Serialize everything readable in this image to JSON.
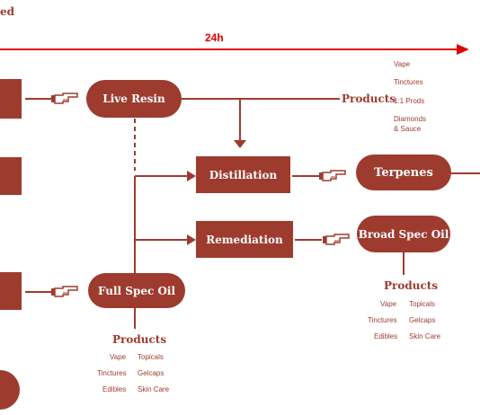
{
  "header": {
    "corner_fragment": "ed",
    "timeline_label": "24h",
    "timeline_color": "#e00000"
  },
  "colors": {
    "accent": "#9e3b2f",
    "background": "#ffffff"
  },
  "nodes": {
    "live_resin": "Live Resin",
    "distillation": "Distillation",
    "terpenes": "Terpenes",
    "remediation": "Remediation",
    "broad_spec_oil": "Broad Spec Oil",
    "full_spec_oil": "Full Spec Oil"
  },
  "live_resin_products": {
    "heading": "Products",
    "items": [
      "Vape",
      "Tinctures",
      "1:1 Prods",
      "Diamonds",
      "& Sauce"
    ]
  },
  "broad_spec_products": {
    "heading": "Products",
    "left": [
      "Vape",
      "Tinctures",
      "Edibles"
    ],
    "right": [
      "Topicals",
      "Gelcaps",
      "Skin Care"
    ]
  },
  "full_spec_products": {
    "heading": "Products",
    "left": [
      "Vape",
      "Tinctures",
      "Edibles"
    ],
    "right": [
      "Topicals",
      "Gelcaps",
      "Skin Care"
    ]
  },
  "icons": [
    "hand-pointer-icon"
  ]
}
